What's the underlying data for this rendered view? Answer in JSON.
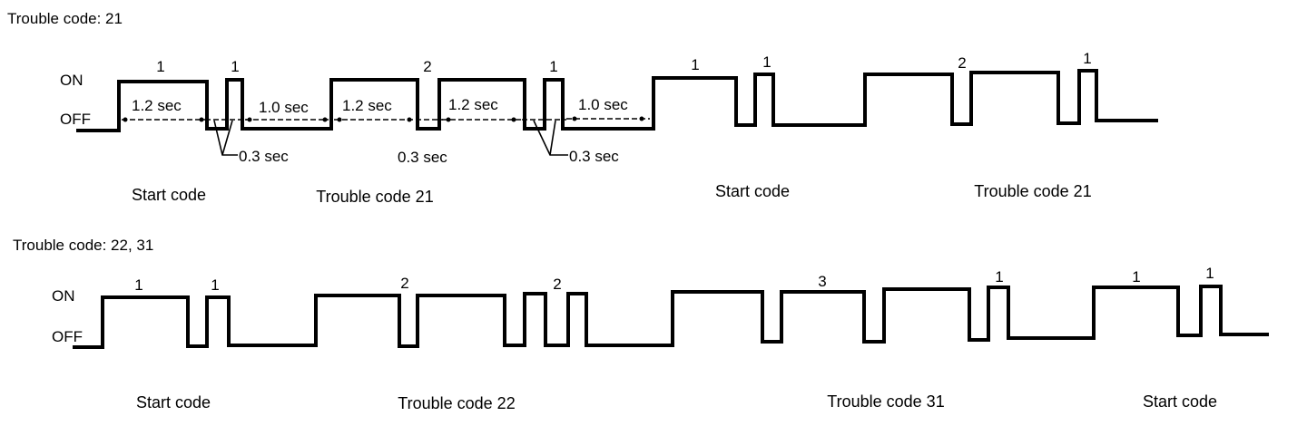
{
  "diagrams": [
    {
      "title": "Trouble code: 21",
      "level_labels": {
        "on": "ON",
        "off": "OFF"
      },
      "pulse_counts": [
        "1",
        "1",
        "2",
        "1",
        "1",
        "1",
        "2",
        "1"
      ],
      "durations": {
        "long_on": "1.2 sec",
        "short_off": "0.3 sec",
        "separator": "1.0 sec"
      },
      "duration_labels": [
        "1.2 sec",
        "1.0 sec",
        "1.2 sec",
        "1.2 sec",
        "1.0 sec",
        "0.3 sec",
        "0.3 sec",
        "0.3 sec"
      ],
      "groups": [
        "Start code",
        "Trouble code 21",
        "Start code",
        "Trouble code 21"
      ]
    },
    {
      "title": "Trouble code: 22, 31",
      "level_labels": {
        "on": "ON",
        "off": "OFF"
      },
      "pulse_counts": [
        "1",
        "1",
        "2",
        "2",
        "3",
        "1",
        "1",
        "1"
      ],
      "groups": [
        "Start code",
        "Trouble code 22",
        "Trouble code 31",
        "Start code"
      ]
    }
  ]
}
